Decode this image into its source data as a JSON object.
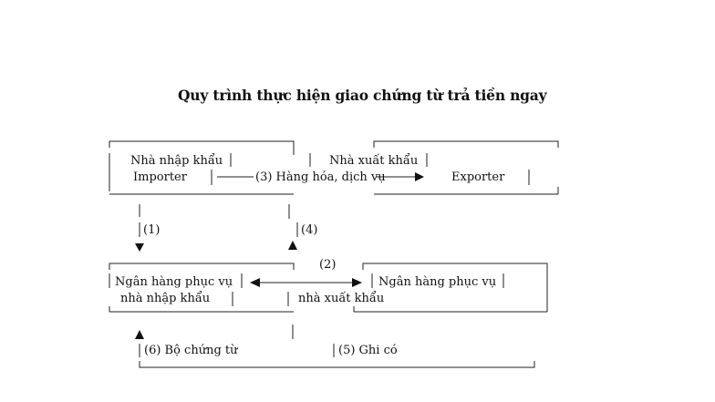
{
  "title": "Quy trình thực hiện giao chứng từ trả tiền ngay",
  "nodes": {
    "importer_vn": "Nhà nhập khẩu",
    "importer_en": "Importer",
    "exporter_vn": "Nhà xuất khẩu",
    "exporter_en": "Exporter",
    "importer_bank_line1": "Ngân hàng phục vụ",
    "importer_bank_line2": "nhà nhập khẩu",
    "exporter_bank_line1": "Ngân hàng phục vụ",
    "exporter_bank_line2": "nhà xuất khẩu"
  },
  "steps": {
    "s1": "(1)",
    "s2": "(2)",
    "s3": "(3) Hàng hóa, dịch vụ",
    "s4": "(4)",
    "s5": "(5) Ghi có",
    "s6": "(6) Bộ chứng từ"
  }
}
